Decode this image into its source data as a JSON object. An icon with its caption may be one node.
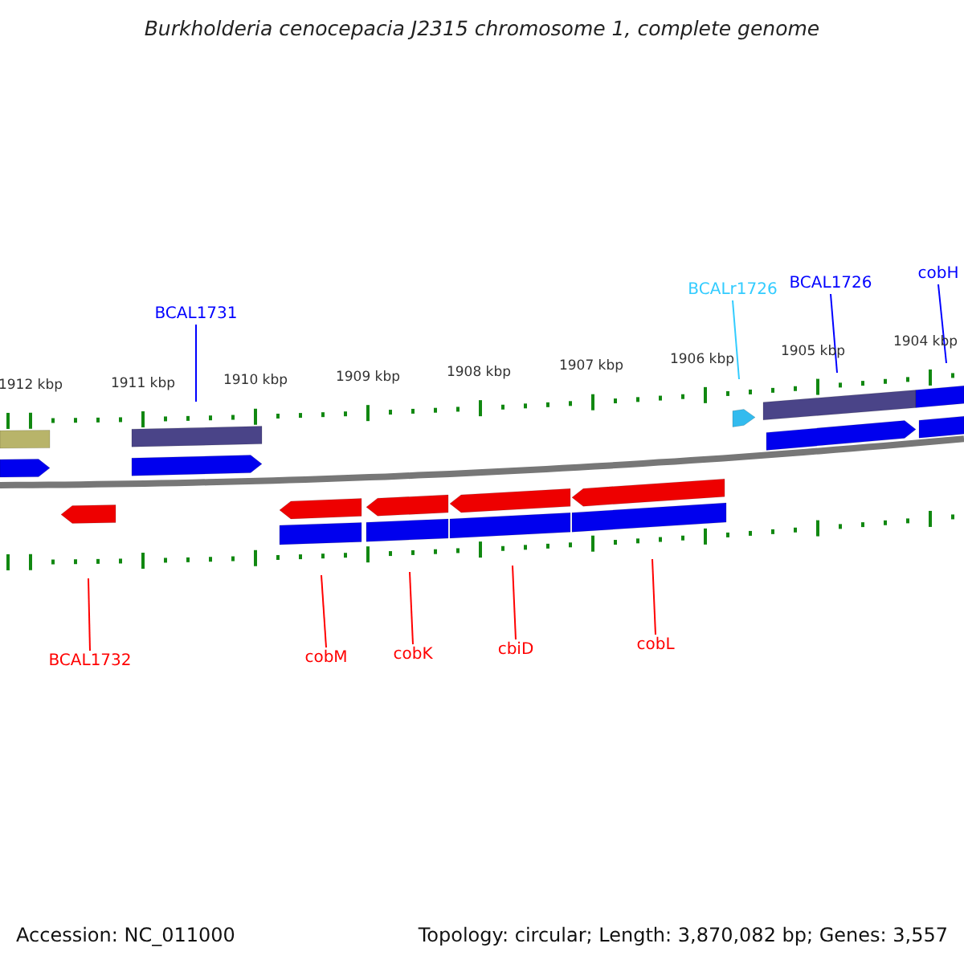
{
  "diagram": {
    "title": "Burkholderia cenocepacia J2315 chromosome 1, complete genome",
    "nodes": [
      {
        "text": [
          "BCALr1726"
        ]
      },
      {
        "text": [
          "BCAL1726"
        ]
      },
      {
        "text": [
          "cobH"
        ]
      },
      {
        "text": [
          "BCAL1731"
        ]
      },
      {
        "text": [
          "BCAL1732"
        ]
      },
      {
        "text": [
          "cobM"
        ]
      },
      {
        "text": [
          "cobK"
        ]
      },
      {
        "text": [
          "cbiD"
        ]
      },
      {
        "text": [
          "cobL"
        ]
      }
    ],
    "edges": [
      {
        "from": 0,
        "to": null,
        "arrow": "none",
        "color": "#33ccff"
      },
      {
        "from": 1,
        "to": null,
        "arrow": "none",
        "color": "#0000ff"
      },
      {
        "from": 2,
        "to": null,
        "arrow": "none",
        "color": "#0000ff"
      },
      {
        "from": 3,
        "to": null,
        "arrow": "none",
        "color": "#0000ff"
      },
      {
        "from": 4,
        "to": null,
        "arrow": "none",
        "color": "#ff0000"
      },
      {
        "from": 5,
        "to": null,
        "arrow": "none",
        "color": "#ff0000"
      },
      {
        "from": 6,
        "to": null,
        "arrow": "none",
        "color": "#ff0000"
      },
      {
        "from": 7,
        "to": null,
        "arrow": "none",
        "color": "#ff0000"
      },
      {
        "from": 8,
        "to": null,
        "arrow": "none",
        "color": "#ff0000"
      }
    ],
    "labels": [
      "1912 kbp",
      "1911 kbp",
      "1910 kbp",
      "1909 kbp",
      "1908 kbp",
      "1907 kbp",
      "1906 kbp",
      "1905 kbp",
      "1904 kbp",
      "Accession: NC_011000",
      "Topology: circular; Length: 3,870,082 bp; Genes: 3,557"
    ]
  }
}
